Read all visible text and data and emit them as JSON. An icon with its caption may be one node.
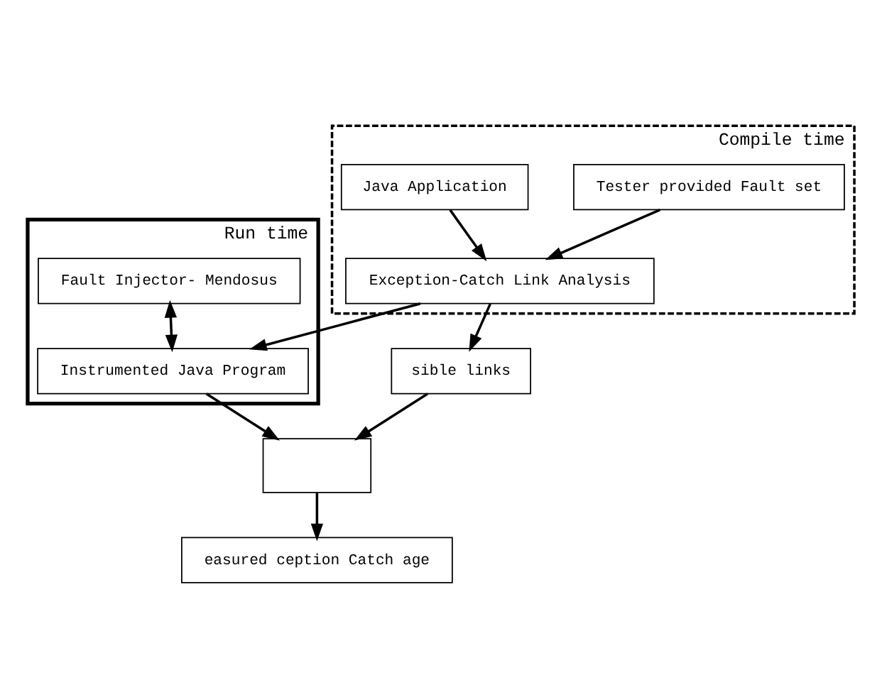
{
  "diagram": {
    "nodes": [
      {
        "text": [
          "Compile time"
        ]
      },
      {
        "text": [
          "Tester provided Fault set"
        ],
        "in": 0
      },
      {
        "text": [
          "Java Application"
        ],
        "in": 0
      },
      {
        "text": [
          "Exception-Catch Link Analysis"
        ],
        "in": 0
      },
      {
        "text": [
          "Run time"
        ]
      },
      {
        "text": [
          "Fault Injector- Mendosus"
        ],
        "in": 4
      },
      {
        "text": [
          "Instrumented Java Program"
        ],
        "in": 4
      },
      {
        "text": [
          "sible links"
        ]
      },
      {
        "text": [],
        "shape": "box"
      },
      {
        "text": [
          "easured ception Catch age"
        ]
      }
    ],
    "edges": [
      {
        "from": 1,
        "to": 3,
        "arrow": "to"
      },
      {
        "from": 2,
        "to": 3,
        "arrow": "to"
      },
      {
        "from": 3,
        "to": 6,
        "arrow": "to"
      },
      {
        "from": 5,
        "to": 6,
        "arrow": "both"
      },
      {
        "from": 3,
        "to": 7,
        "arrow": "to"
      },
      {
        "from": 6,
        "to": 8,
        "arrow": "to"
      },
      {
        "from": 7,
        "to": 8,
        "arrow": "to"
      },
      {
        "from": 8,
        "to": 9,
        "arrow": "to"
      }
    ]
  }
}
